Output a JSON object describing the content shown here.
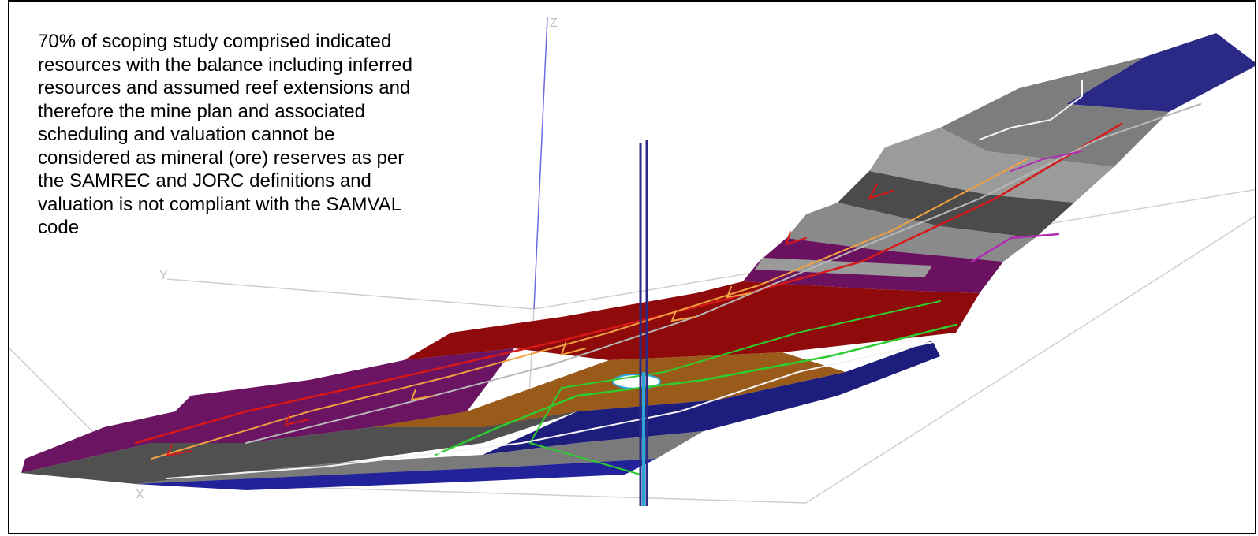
{
  "caption": {
    "text": "70% of scoping study comprised indicated\nresources with the balance including inferred\nresources and assumed reef extensions and\ntherefore the mine plan and associated\nscheduling and valuation cannot be\nconsidered as mineral (ore) reserves as per\nthe SAMREC and JORC definitions and\nvaluation is not compliant with the SAMVAL\ncode"
  },
  "axes": {
    "z_label": "Z",
    "y_label": "Y",
    "x_label": "X"
  },
  "colors": {
    "frame": "#000000",
    "dark_grey": "#4a4a4a",
    "mid_grey": "#7a7a7a",
    "light_grey": "#9a9a9a",
    "purple": "#6b1060",
    "red": "#8e0a0a",
    "blue": "#1a1a7a",
    "axis_blue": "#5a5ad6",
    "axis_grey": "#c8c8c8",
    "red_dev": "#d81818",
    "orange_dev": "#f0a040",
    "green_dev": "#2ecc2e",
    "white_dev": "#f4f4f4",
    "cyan_shaft": "#2aa6d8",
    "magenta_dev": "#b02cb0"
  }
}
